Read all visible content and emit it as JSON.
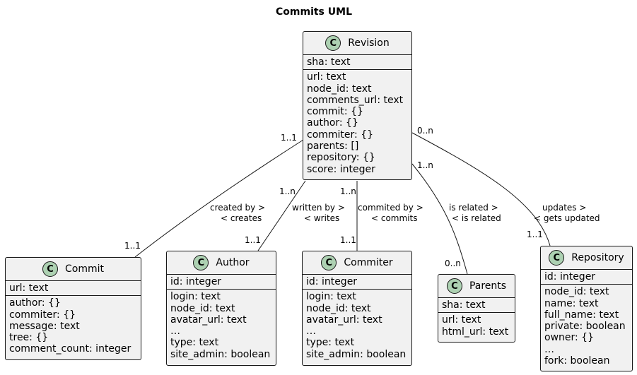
{
  "title": "Commits UML",
  "badge_letter": "C",
  "classes": {
    "revision": {
      "name": "Revision",
      "keys": [
        "sha: text"
      ],
      "fields": [
        "url: text",
        "node_id: text",
        "comments_url: text",
        "commit: {}",
        "author: {}",
        "commiter: {}",
        "parents: []",
        "repository: {}",
        "score: integer"
      ]
    },
    "commit": {
      "name": "Commit",
      "keys": [
        "url: text"
      ],
      "fields": [
        "author: {}",
        "commiter: {}",
        "message: text",
        "tree: {}",
        "comment_count: integer"
      ]
    },
    "author": {
      "name": "Author",
      "keys": [
        "id: integer"
      ],
      "fields": [
        "login: text",
        "node_id: text",
        "avatar_url: text",
        "…",
        "type: text",
        "site_admin: boolean"
      ]
    },
    "commiter": {
      "name": "Commiter",
      "keys": [
        "id: integer"
      ],
      "fields": [
        "login: text",
        "node_id: text",
        "avatar_url: text",
        "…",
        "type: text",
        "site_admin: boolean"
      ]
    },
    "parents": {
      "name": "Parents",
      "keys": [
        "sha: text"
      ],
      "fields": [
        "url: text",
        "html_url: text"
      ]
    },
    "repository": {
      "name": "Repository",
      "keys": [
        "id: integer"
      ],
      "fields": [
        "node_id: text",
        "name: text",
        "full_name: text",
        "private: boolean",
        "owner: {}",
        "…",
        "fork: boolean"
      ]
    }
  },
  "relations": {
    "commit": {
      "from_mult": "1..1",
      "to_mult": "1..1",
      "label1": "created by >",
      "label2": "< creates"
    },
    "author": {
      "from_mult": "1..n",
      "to_mult": "1..1",
      "label1": "written by >",
      "label2": "< writes"
    },
    "commiter": {
      "from_mult": "1..n",
      "to_mult": "1..1",
      "label1": "commited by >",
      "label2": "< commits"
    },
    "parents": {
      "from_mult": "1..n",
      "to_mult": "0..n",
      "label1": "is related >",
      "label2": "< is related"
    },
    "repository": {
      "from_mult": "0..n",
      "to_mult": "1..1",
      "label1": "updates >",
      "label2": "< gets updated"
    }
  }
}
